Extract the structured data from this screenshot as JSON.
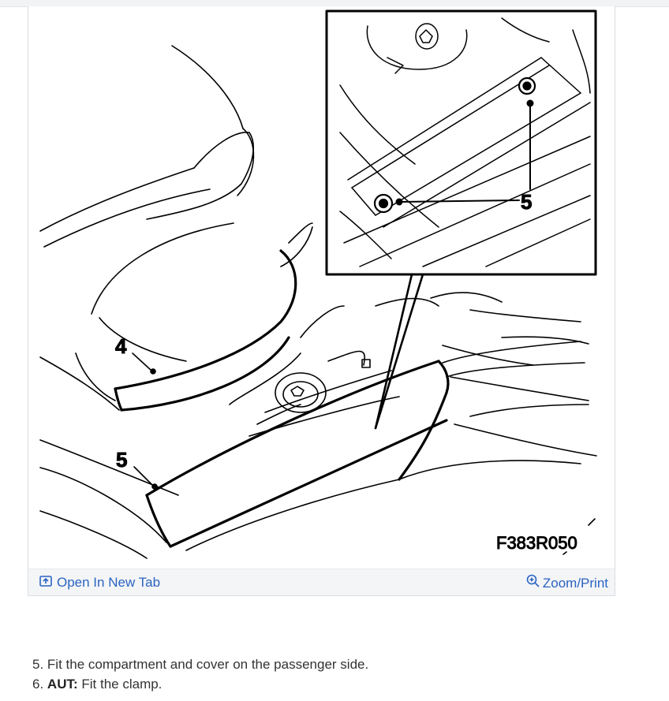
{
  "figure": {
    "image_code": "F383R050",
    "callouts": {
      "callout_4": "4",
      "callout_5_main": "5",
      "callout_5_inset": "5"
    },
    "toolbar": {
      "open_new_tab_label": "Open In New Tab",
      "zoom_print_label": "Zoom/Print"
    },
    "link_color": "#2a64c2"
  },
  "instructions": {
    "steps": [
      {
        "number": "5.",
        "prefix": "",
        "text": "Fit the compartment and cover on the passenger side."
      },
      {
        "number": "6.",
        "prefix": "AUT:",
        "text": "Fit the clamp."
      }
    ]
  }
}
